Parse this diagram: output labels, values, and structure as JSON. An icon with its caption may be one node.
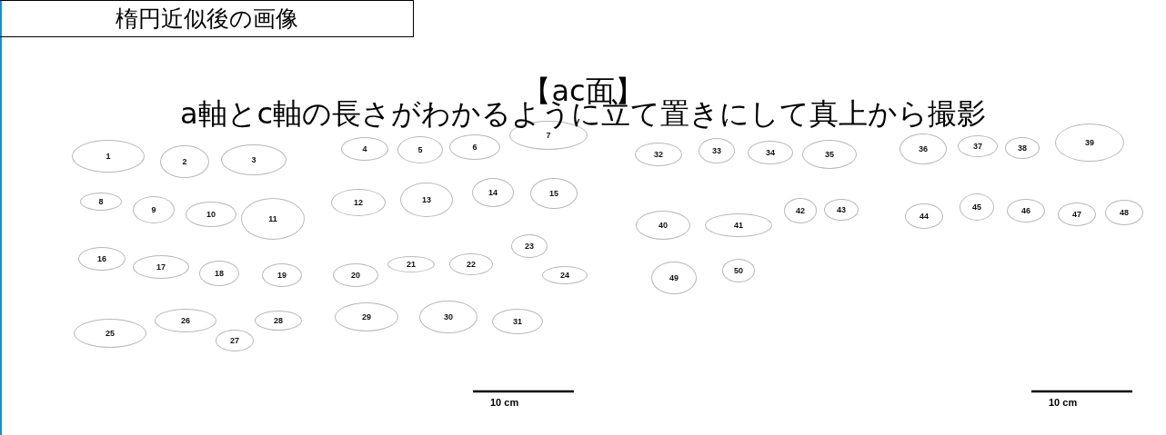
{
  "diagram": {
    "title": "【ac面】",
    "nodes": [
      {
        "text": [
          "楕円近似後の画像"
        ]
      },
      {
        "text": [
          "1"
        ]
      },
      {
        "text": [
          "2"
        ]
      },
      {
        "text": [
          "3"
        ]
      },
      {
        "text": [
          "4"
        ]
      },
      {
        "text": [
          "5"
        ]
      },
      {
        "text": [
          "6"
        ]
      },
      {
        "text": [
          "7"
        ]
      },
      {
        "text": [
          "8"
        ]
      },
      {
        "text": [
          "9"
        ]
      },
      {
        "text": [
          "10"
        ]
      },
      {
        "text": [
          "11"
        ]
      },
      {
        "text": [
          "12"
        ]
      },
      {
        "text": [
          "13"
        ]
      },
      {
        "text": [
          "14"
        ]
      },
      {
        "text": [
          "15"
        ]
      },
      {
        "text": [
          "16"
        ]
      },
      {
        "text": [
          "17"
        ]
      },
      {
        "text": [
          "18"
        ]
      },
      {
        "text": [
          "19"
        ]
      },
      {
        "text": [
          "20"
        ]
      },
      {
        "text": [
          "21"
        ]
      },
      {
        "text": [
          "22"
        ]
      },
      {
        "text": [
          "23"
        ]
      },
      {
        "text": [
          "24"
        ]
      },
      {
        "text": [
          "25"
        ]
      },
      {
        "text": [
          "26"
        ]
      },
      {
        "text": [
          "27"
        ]
      },
      {
        "text": [
          "28"
        ]
      },
      {
        "text": [
          "29"
        ]
      },
      {
        "text": [
          "30"
        ]
      },
      {
        "text": [
          "31"
        ]
      },
      {
        "text": [
          "32"
        ]
      },
      {
        "text": [
          "33"
        ]
      },
      {
        "text": [
          "34"
        ]
      },
      {
        "text": [
          "35"
        ]
      },
      {
        "text": [
          "36"
        ]
      },
      {
        "text": [
          "37"
        ]
      },
      {
        "text": [
          "38"
        ]
      },
      {
        "text": [
          "39"
        ]
      },
      {
        "text": [
          "40"
        ]
      },
      {
        "text": [
          "41"
        ]
      },
      {
        "text": [
          "42"
        ]
      },
      {
        "text": [
          "43"
        ]
      },
      {
        "text": [
          "44"
        ]
      },
      {
        "text": [
          "45"
        ]
      },
      {
        "text": [
          "46"
        ]
      },
      {
        "text": [
          "47"
        ]
      },
      {
        "text": [
          "48"
        ]
      },
      {
        "text": [
          "49"
        ]
      },
      {
        "text": [
          "50"
        ]
      }
    ],
    "labels": [
      "a軸とc軸の長さがわかるように立て置きにして真上から撮影",
      "10 cm",
      "10 cm"
    ]
  }
}
